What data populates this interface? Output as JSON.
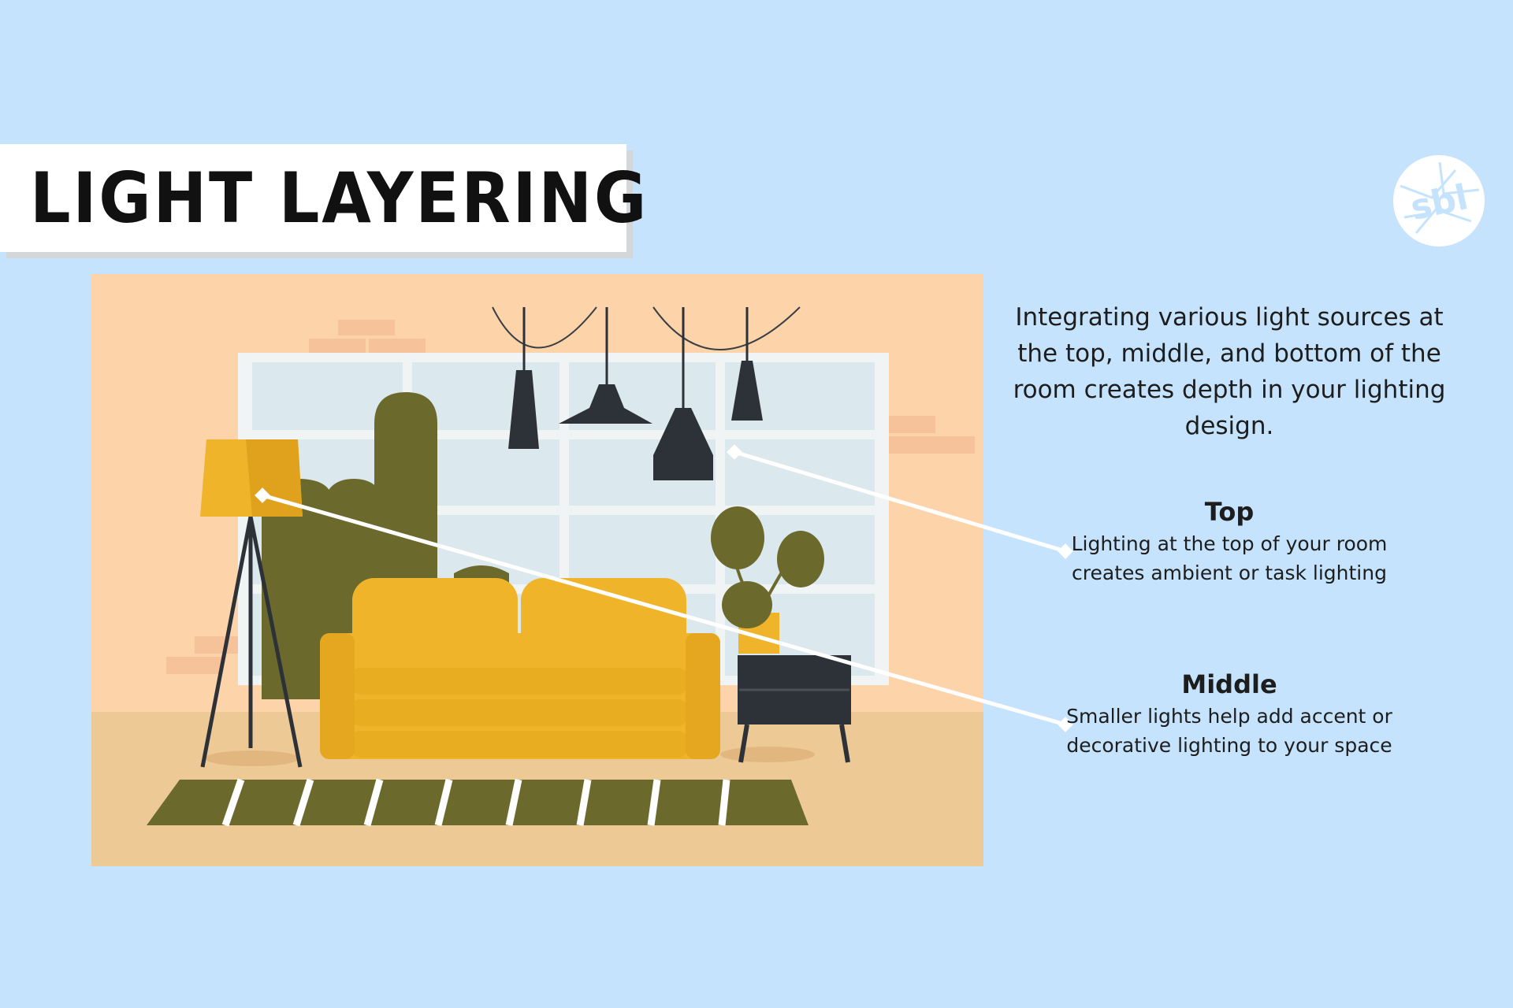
{
  "header": {
    "title": "LIGHT LAYERING"
  },
  "logo": {
    "text": "sbl",
    "icon": "sbl-logo-icon"
  },
  "intro": {
    "text": "Integrating various light sources at the top, middle, and bottom of the room creates depth in your lighting design."
  },
  "callouts": [
    {
      "title": "Top",
      "description": "Lighting at the top of your room creates ambient or task lighting"
    },
    {
      "title": "Middle",
      "description": "Smaller lights help add accent or decorative lighting to your space"
    }
  ],
  "colors": {
    "background": "#c5e3fc",
    "room_wall": "#fdd3a9",
    "room_floor": "#ecc995",
    "sofa": "#f0b42a",
    "plant": "#6b6a2c",
    "lamp_dark": "#2d3238"
  }
}
